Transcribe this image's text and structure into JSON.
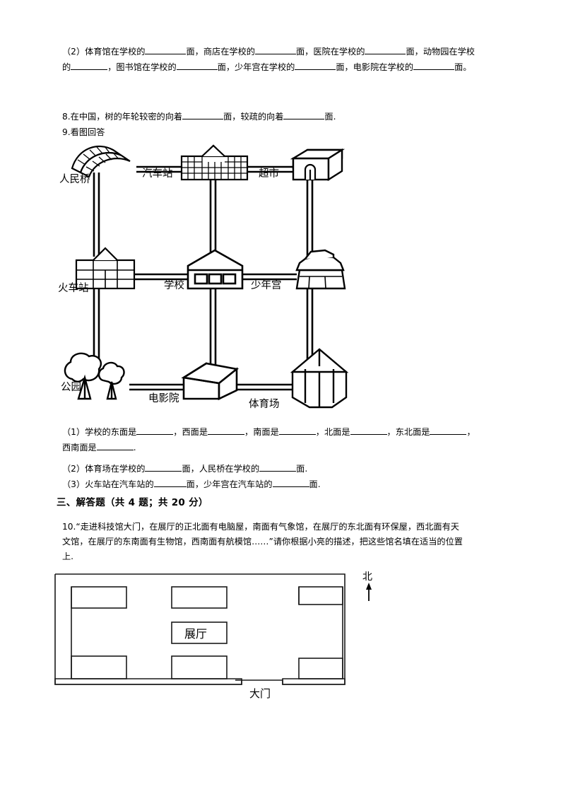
{
  "questions": {
    "q7_part2": {
      "prefix": "（2）体育馆在学校的",
      "seg": [
        "面，商店在学校的",
        "面，医院在学校的",
        "面，动物园在学校",
        "的",
        "，图书馆在学校的",
        "面，少年宫在学校的",
        "面，电影院在学校的",
        "面。"
      ]
    },
    "q8": {
      "text_a": "8.在中国，树的年轮较密的向着",
      "text_b": "面，较疏的向着",
      "text_c": "面."
    },
    "q9": {
      "label": "9.看图回答",
      "sub1_a": "（1）学校的东面是",
      "sub1_b": "，西面是",
      "sub1_c": "，南面是",
      "sub1_d": "，北面是",
      "sub1_e": "，东北面是",
      "sub1_f": "，",
      "sub1_g": "西南面是",
      "sub1_h": ".",
      "sub2_a": "（2）体育场在学校的",
      "sub2_b": "面，人民桥在学校的",
      "sub2_c": "面.",
      "sub3_a": "（3）火车站在汽车站的",
      "sub3_b": "面，少年宫在汽车站的",
      "sub3_c": "面."
    },
    "section3_title": "三、解答题（共 4 题；共 20 分）",
    "q10": {
      "line1": "10.“走进科技馆大门，在展厅的正北面有电脑屋，南面有气象馆，在展厅的东北面有环保屋，西北面有天",
      "line2": "文馆，在展厅的东南面有生物馆，西南面有航模馆……”请你根据小亮的描述，把这些馆名填在适当的位置",
      "line3": "上."
    }
  },
  "map": {
    "nodes": [
      {
        "id": "renmin-qiao",
        "label": "人民桥",
        "icon": "arched-bridge-icon"
      },
      {
        "id": "qiche-zhan",
        "label": "汽车站",
        "icon": "grid-building-icon"
      },
      {
        "id": "chaoshi",
        "label": "超市",
        "icon": "box-store-icon"
      },
      {
        "id": "huoche-zhan",
        "label": "火车站",
        "icon": "station-building-icon"
      },
      {
        "id": "xuexiao",
        "label": "学校",
        "icon": "school-house-icon"
      },
      {
        "id": "shaonian-gong",
        "label": "少年宫",
        "icon": "palace-icon"
      },
      {
        "id": "gongyuan",
        "label": "公园",
        "icon": "trees-icon"
      },
      {
        "id": "dianyingyuan",
        "label": "电影院",
        "icon": "cinema-box-icon"
      },
      {
        "id": "tiyuchang",
        "label": "体育场",
        "icon": "stadium-icon"
      }
    ]
  },
  "floorplan": {
    "hall_label": "展厅",
    "gate_label": "大门",
    "north_label": "北"
  }
}
